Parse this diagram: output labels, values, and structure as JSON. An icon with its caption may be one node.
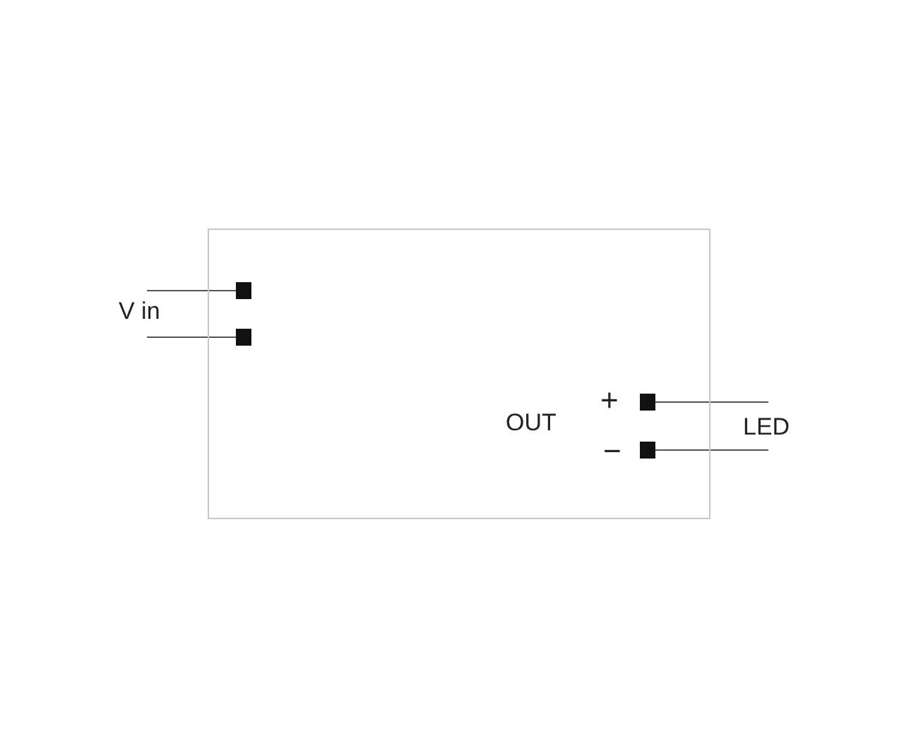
{
  "diagram": {
    "nodes": [
      {
        "text": [],
        "shape": "box"
      },
      {
        "text": [],
        "shape": "box",
        "in": 0
      },
      {
        "text": [],
        "shape": "box",
        "in": 0
      },
      {
        "text": [],
        "shape": "box",
        "in": 0
      },
      {
        "text": [],
        "shape": "box",
        "in": 0
      },
      {
        "text": [
          "V in"
        ]
      },
      {
        "text": [
          "LED"
        ]
      }
    ],
    "edges": [
      {
        "from": 5,
        "to": 1,
        "arrow": "none"
      },
      {
        "from": 5,
        "to": 2,
        "arrow": "none"
      },
      {
        "from": 3,
        "to": 6,
        "arrow": "none"
      },
      {
        "from": 4,
        "to": 6,
        "arrow": "none"
      }
    ],
    "labels": [
      "+",
      "OUT",
      "−"
    ]
  }
}
